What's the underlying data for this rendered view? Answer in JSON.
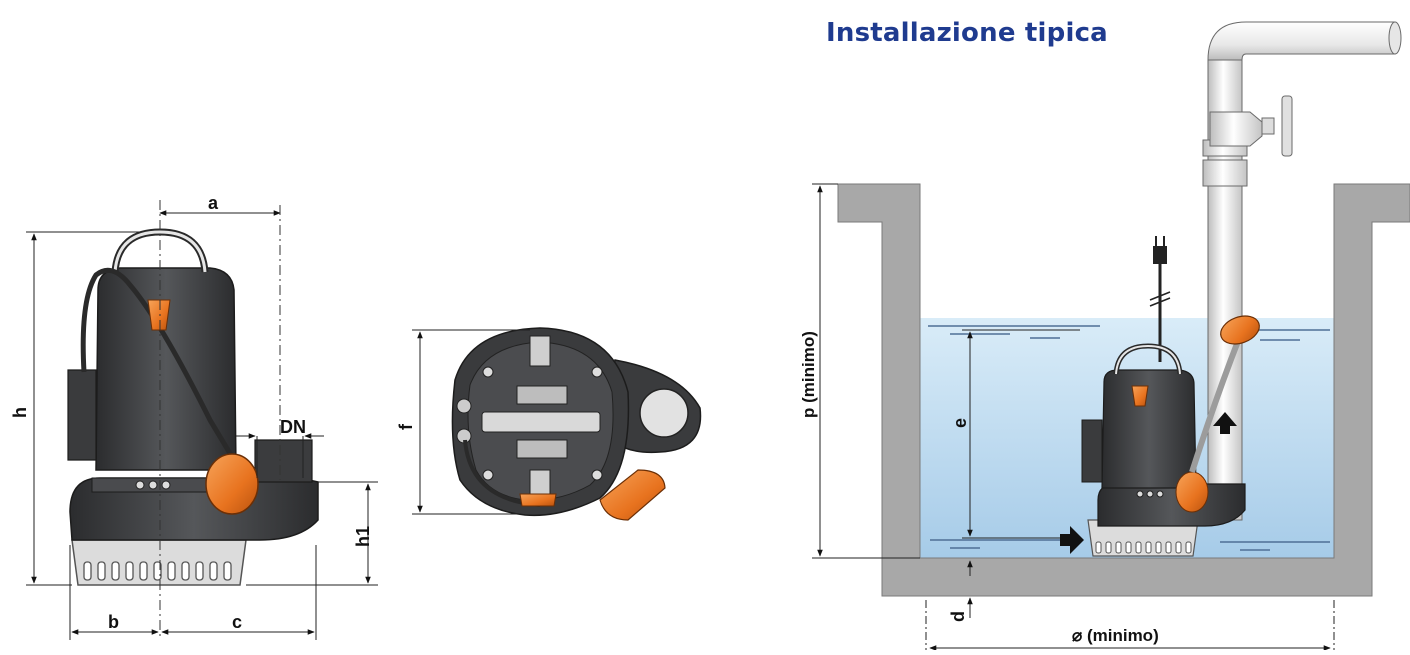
{
  "title": "Installazione tipica",
  "labels": {
    "a": "a",
    "b": "b",
    "c": "c",
    "h": "h",
    "h1": "h1",
    "dn": "DN",
    "f": "f",
    "e": "e",
    "d": "d",
    "p_min": "p  (minimo)",
    "diam_min": "⌀ (minimo)"
  },
  "colors": {
    "title": "#1f3b8f",
    "pump_body": "#3a3b3d",
    "pump_dark": "#2a2b2d",
    "float_orange": "#e8731f",
    "water_top": "#cfe6f5",
    "water_bottom": "#a9cde9",
    "wall": "#a8a8a8",
    "pipe": "#e9e9e9"
  }
}
